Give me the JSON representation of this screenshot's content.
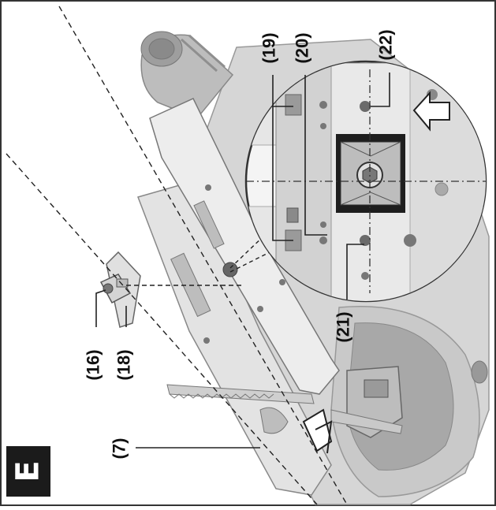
{
  "figure": {
    "badge_letter": "E",
    "colors": {
      "outline": "#333333",
      "metal_light": "#d9d9d9",
      "metal_mid": "#bdbdbd",
      "metal_dark": "#8a8a8a",
      "hole": "#555555",
      "badge_bg": "#1b1b1b"
    }
  },
  "callouts": [
    {
      "id": "19",
      "label": "(19)"
    },
    {
      "id": "20",
      "label": "(20)"
    },
    {
      "id": "22",
      "label": "(22)"
    },
    {
      "id": "21",
      "label": "(21)"
    },
    {
      "id": "16",
      "label": "(16)"
    },
    {
      "id": "18",
      "label": "(18)"
    },
    {
      "id": "7",
      "label": "(7)"
    }
  ]
}
